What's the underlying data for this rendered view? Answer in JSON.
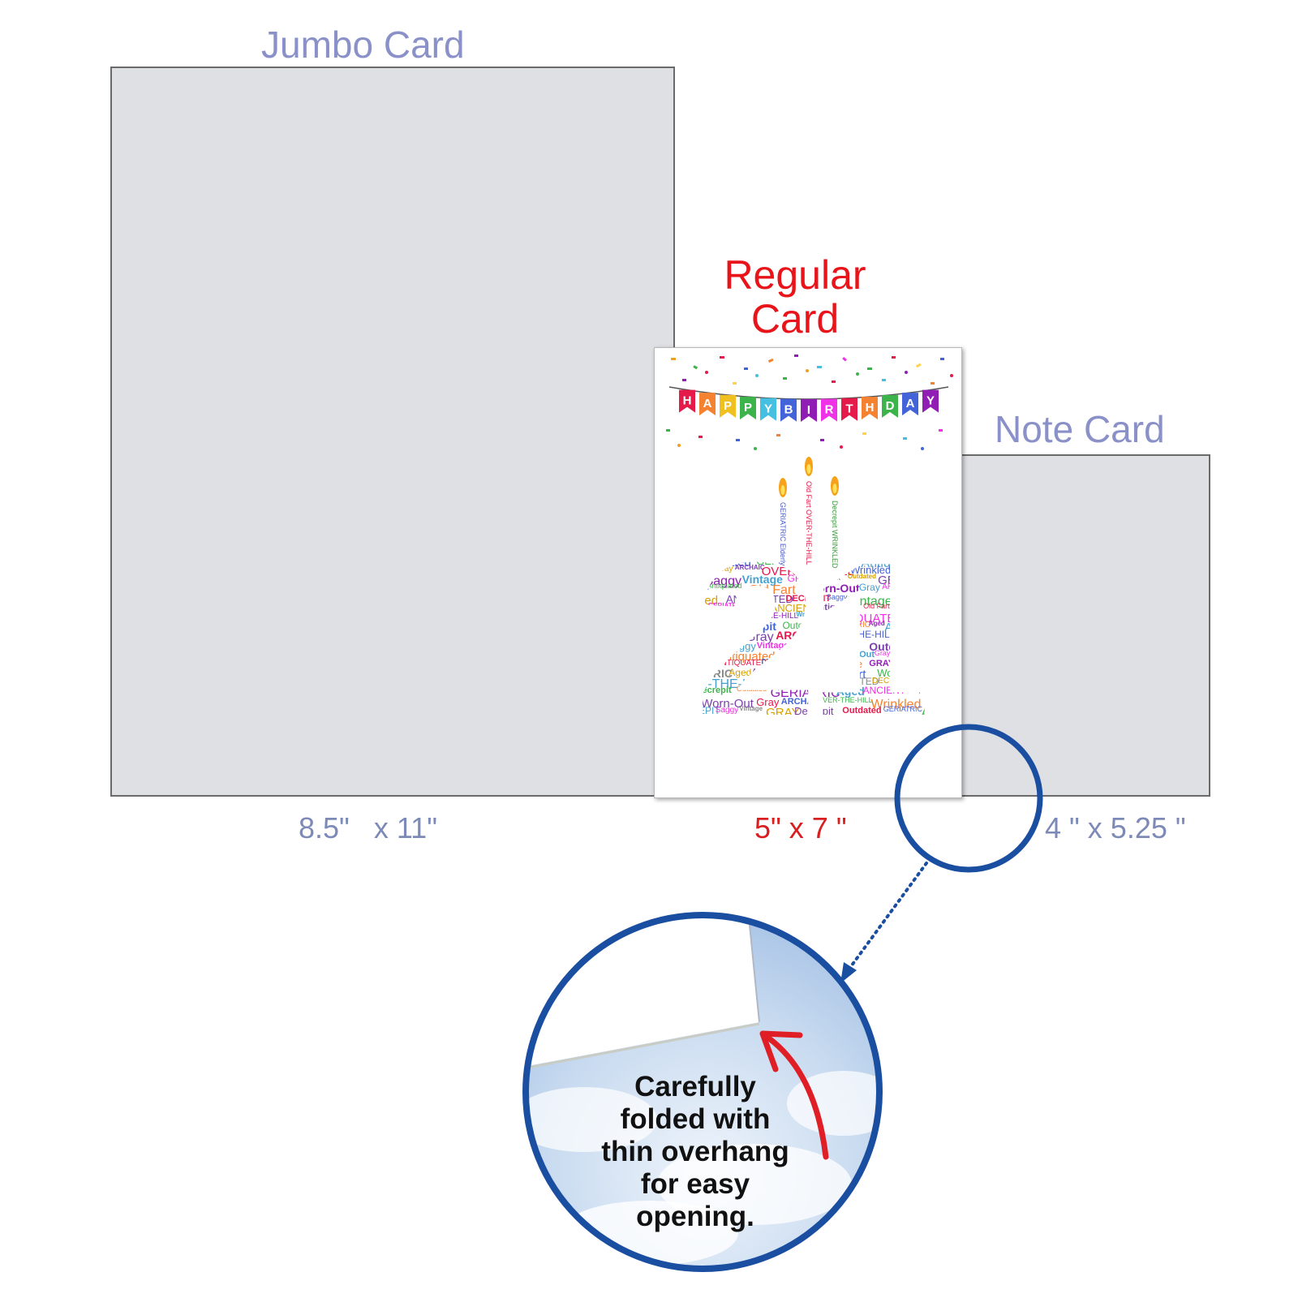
{
  "labels": {
    "jumbo_title": "Jumbo Card",
    "regular_title_line1": "Regular",
    "regular_title_line2": "Card",
    "note_title": "Note Card",
    "jumbo_size": "8.5\"   x 11\"",
    "regular_size": "5\" x 7 \"",
    "note_size": "4 \" x 5.25 \""
  },
  "card_front": {
    "banner_letters": [
      "H",
      "A",
      "P",
      "P",
      "Y",
      "B",
      "I",
      "R",
      "T",
      "H",
      "D",
      "A",
      "Y"
    ],
    "age_number": "21",
    "candle_words": [
      "GERIATRIC Elderly",
      "Old Fart OVER-THE-HILL",
      "Decrepit WRINKLED"
    ],
    "word_cloud_words": [
      "Decrepit",
      "Outdated",
      "GERIATRIC",
      "Aged",
      "ANCIENT",
      "Antiquated",
      "Old Fart",
      "Worn-Out",
      "Gray",
      "ARCHAIC",
      "OVER-THE-HILL",
      "Wrinkled",
      "ANTIQUATED",
      "DECREPIT",
      "Saggy",
      "Vintage",
      "GRAY"
    ]
  },
  "callout": {
    "text_lines": [
      "Carefully",
      "folded with",
      "thin overhang",
      "for easy",
      "opening."
    ]
  },
  "colors": {
    "label_blue": "#8a90c8",
    "label_red": "#e8141a",
    "card_gray": "#dfe0e4",
    "circle_blue": "#1a4ea0",
    "arrow_red": "#e01e26"
  }
}
